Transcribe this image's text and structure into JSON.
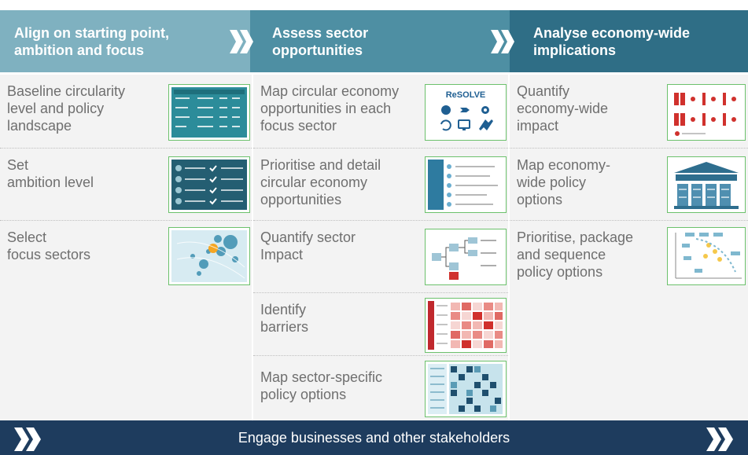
{
  "phases": [
    {
      "title": "Align on starting point,\nambition and focus",
      "color": "#7fb1c0"
    },
    {
      "title": "Assess sector\nopportunities",
      "color": "#4e8fa3"
    },
    {
      "title": "Analyse economy-wide\nimplications",
      "color": "#2f6e86"
    }
  ],
  "columns": [
    {
      "steps": [
        {
          "label": "Baseline circularity\nlevel and policy\nlandscape",
          "thumbnail": "table-thumbnail"
        },
        {
          "label": "Set\nambition level",
          "thumbnail": "checklist-thumbnail"
        },
        {
          "label": "Select\nfocus sectors",
          "thumbnail": "bubble-chart-thumbnail"
        }
      ]
    },
    {
      "steps": [
        {
          "label": "Map circular economy\nopportunities in each\nfocus sector",
          "thumbnail": "resolve-thumbnail",
          "thumb_title": "ReSOLVE"
        },
        {
          "label": "Prioritise and detail\ncircular economy\nopportunities",
          "thumbnail": "list-thumbnail"
        },
        {
          "label": "Quantify sector\nImpact",
          "thumbnail": "tree-thumbnail"
        },
        {
          "label": "Identify\nbarriers",
          "thumbnail": "heatmap-thumbnail"
        },
        {
          "label": "Map sector-specific\npolicy options",
          "thumbnail": "matrix-thumbnail"
        }
      ]
    },
    {
      "steps": [
        {
          "label": "Quantify\neconomy-wide\nimpact",
          "thumbnail": "flow-thumbnail"
        },
        {
          "label": "Map economy-\nwide policy\noptions",
          "thumbnail": "building-thumbnail"
        },
        {
          "label": "Prioritise, package\nand sequence\npolicy options",
          "thumbnail": "scatter-thumbnail"
        }
      ]
    }
  ],
  "footer": {
    "label": "Engage businesses and other stakeholders",
    "color": "#1e3c5e"
  },
  "colors": {
    "column_bg": "#f3f3f3",
    "text": "#6f6f6f",
    "thumb_border": "#6cc16c"
  }
}
